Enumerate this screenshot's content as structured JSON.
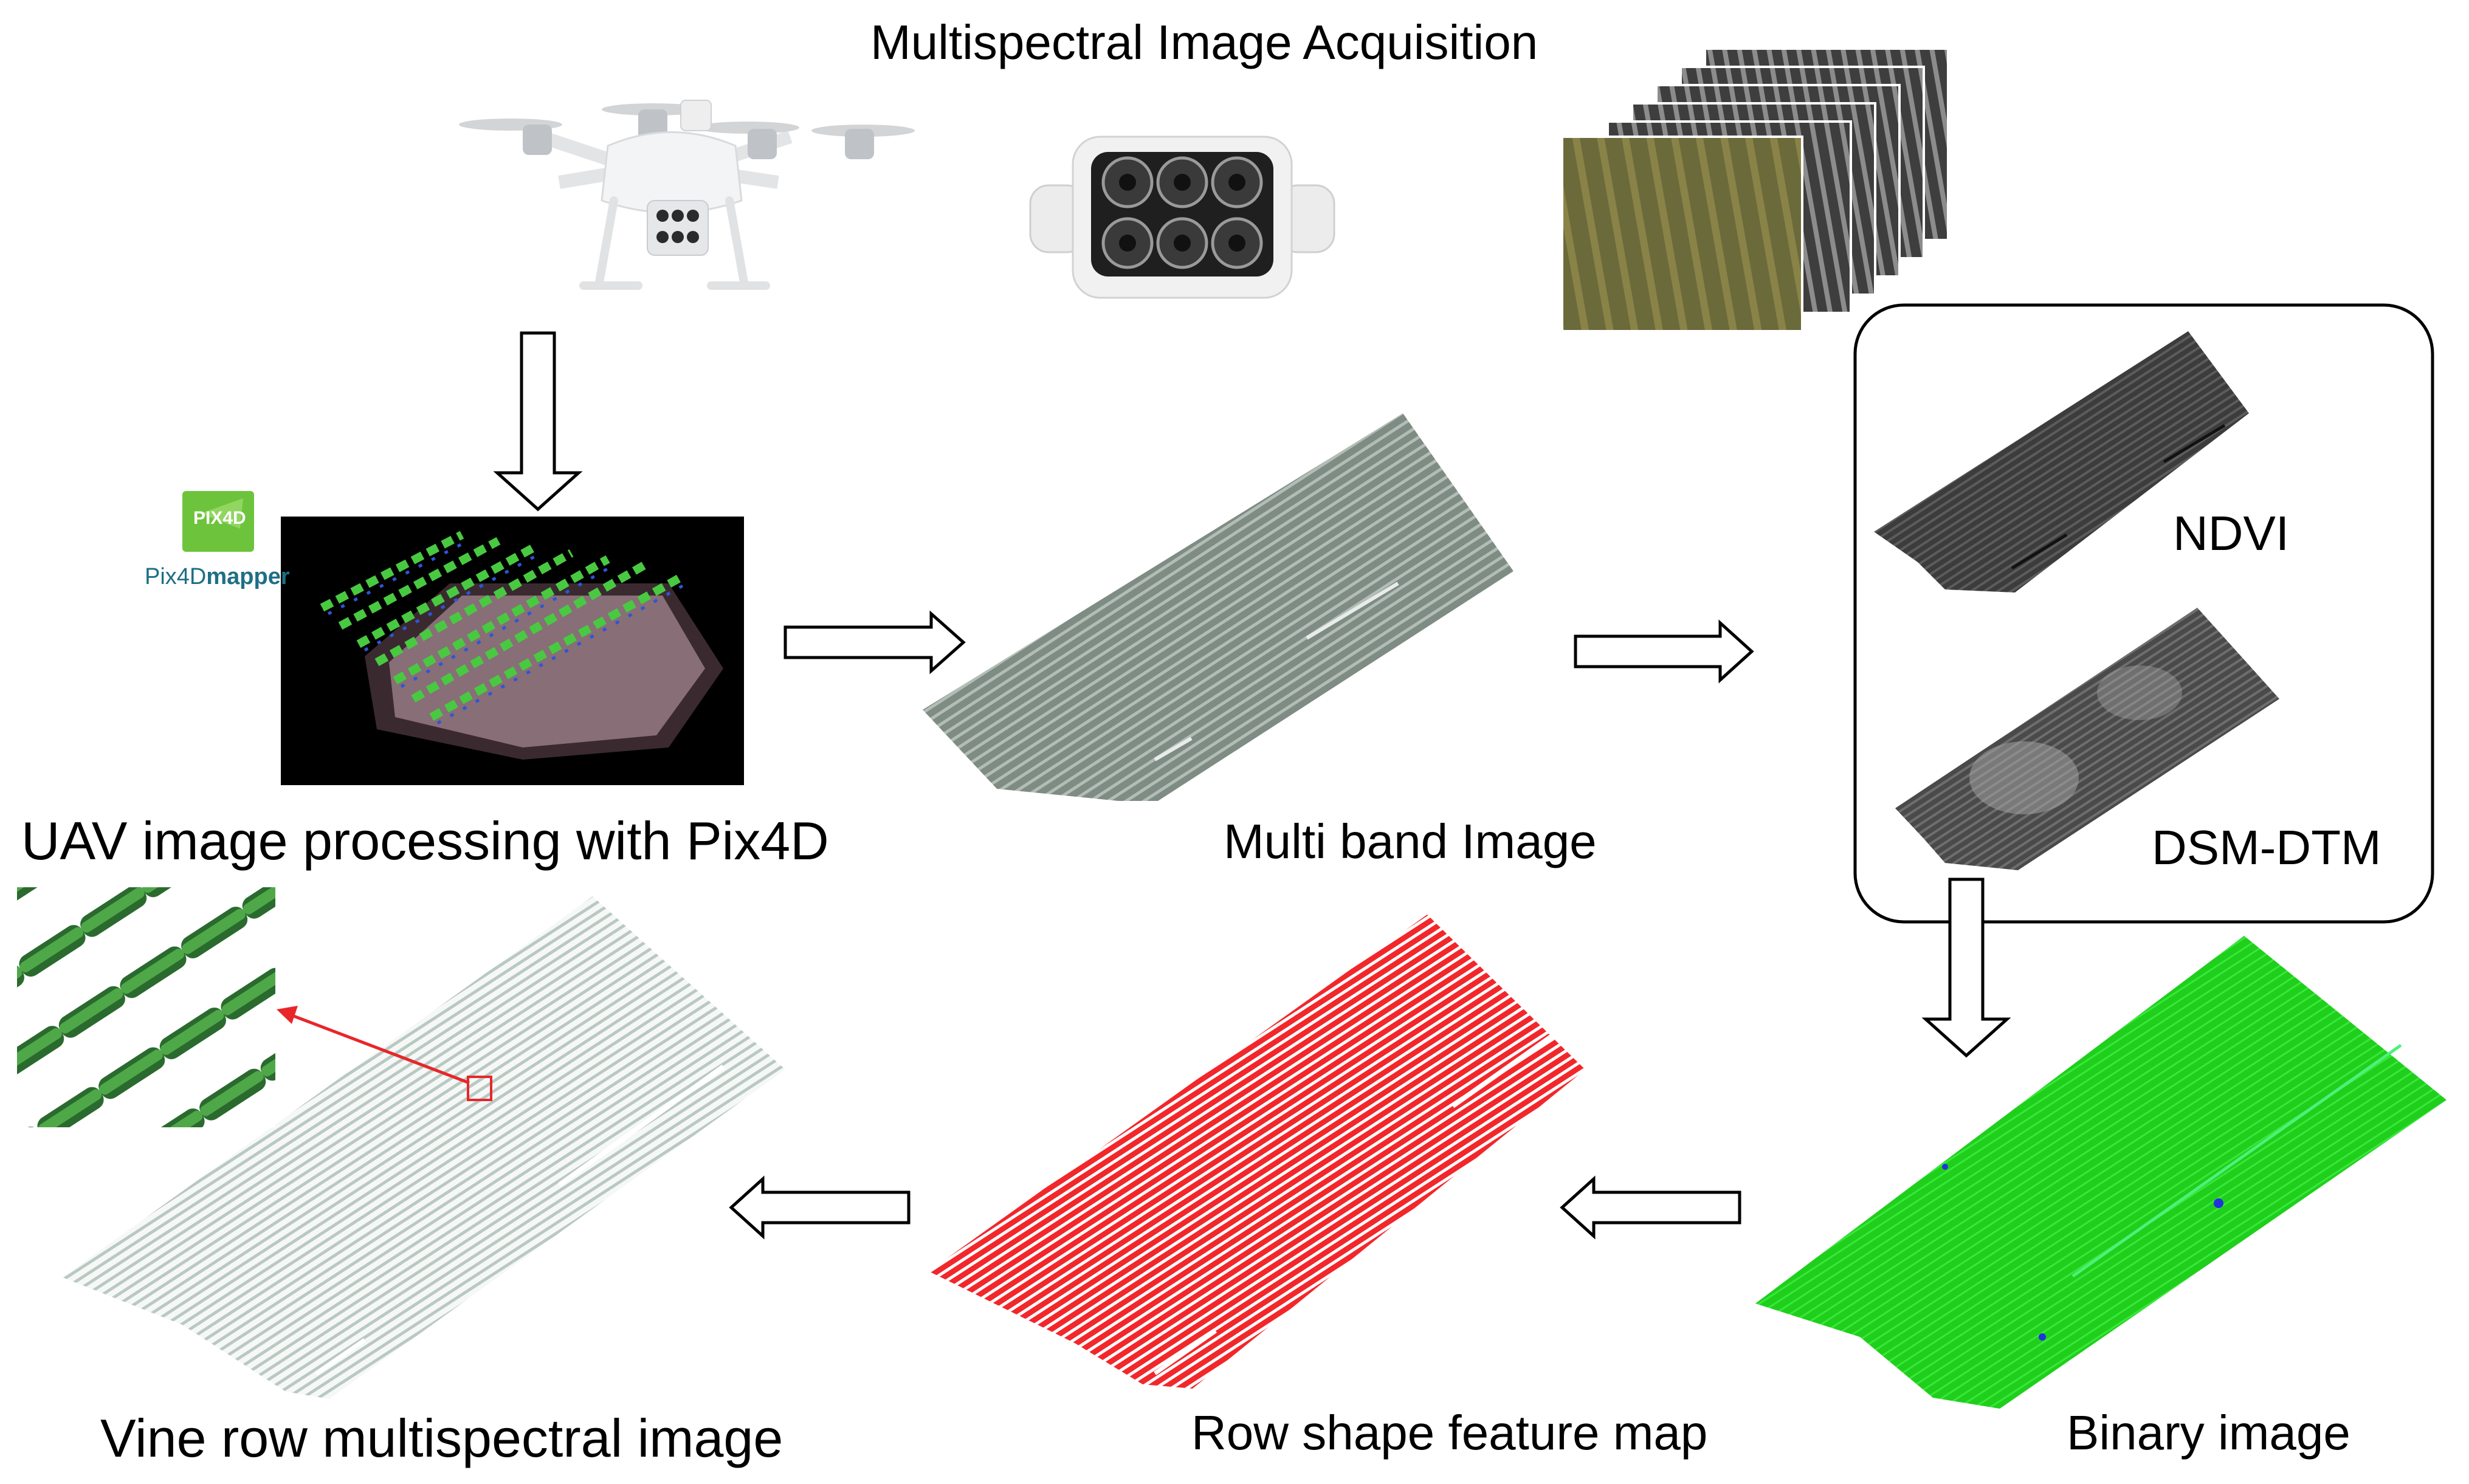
{
  "title": "Multispectral Image Acquisition",
  "labels": {
    "uav_processing": "UAV image processing with Pix4D",
    "multi_band": "Multi band Image",
    "ndvi": "NDVI",
    "dsm_dtm": "DSM-DTM",
    "binary": "Binary image",
    "row_shape": "Row shape feature map",
    "vine_row": "Vine row multispectral image"
  },
  "logo": {
    "badge_text": "PIX4D",
    "brand_prefix": "Pix4D",
    "brand_suffix": "mapper"
  },
  "colors": {
    "arrow_stroke": "#000000",
    "pointer_arrow": "#e8262a",
    "binary_fill": "#22d11f",
    "row_shape_fill": "#f2272b",
    "vine_row_fill": "#cfdcd6",
    "logo_green": "#6dc43c",
    "logo_text": "#1e6f86"
  },
  "icons": [
    "drone-icon",
    "multispectral-camera-icon",
    "band-image-stack-icon"
  ]
}
